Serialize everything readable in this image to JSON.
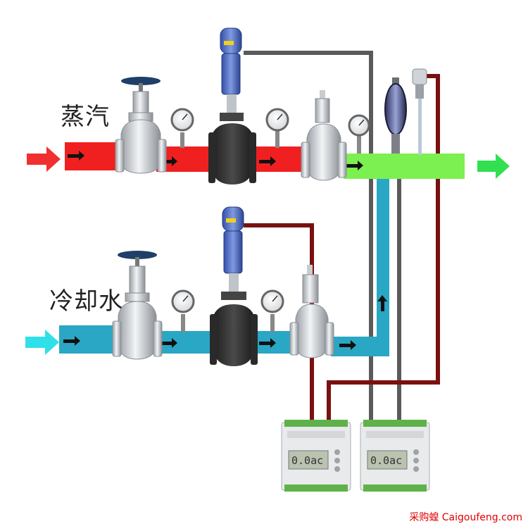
{
  "labels": {
    "steam": "蒸汽",
    "cold_water": "冷却水"
  },
  "controllers": [
    {
      "display": "0.0ac"
    },
    {
      "display": "0.0ac"
    }
  ],
  "watermark": "采购蝗 Caigoufeng.com",
  "colors": {
    "steam_pipe": "#f02020",
    "water_pipe": "#2aa7c4",
    "mixed_pipe": "#7cf050",
    "signal_gray": "#5a5a5a",
    "signal_maroon": "#7a1010"
  }
}
